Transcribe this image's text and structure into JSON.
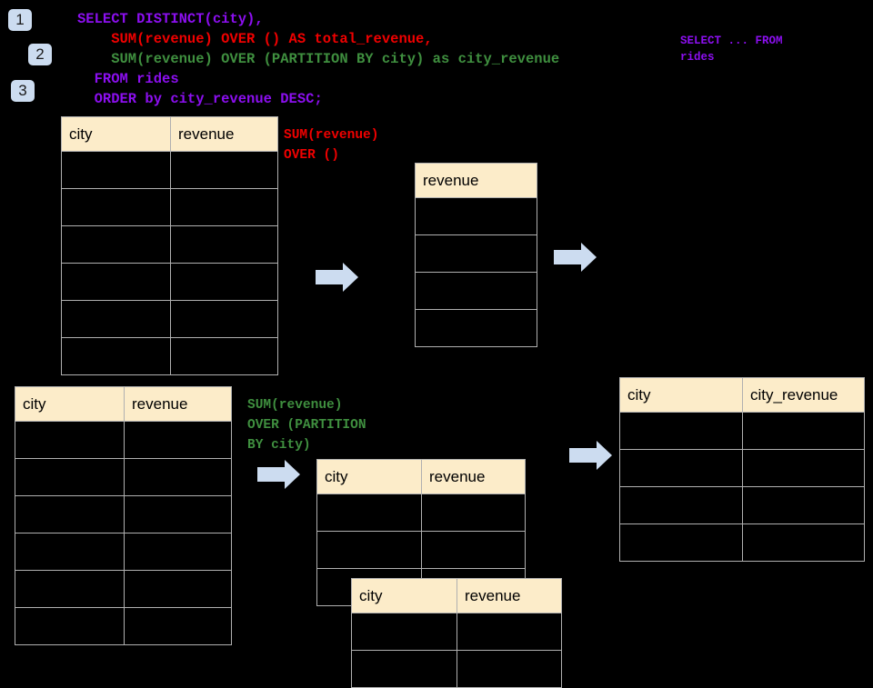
{
  "diagram": {
    "title": "SQL window function execution diagram",
    "background_color": "#000000",
    "badge_color": "#ccdcf0",
    "arrow_color": "#ccdcf0",
    "table_header_color": "#fcecc9",
    "table_border_color": "#b0b0b0"
  },
  "badges": [
    {
      "label": "1"
    },
    {
      "label": "2"
    },
    {
      "label": "3"
    }
  ],
  "query": {
    "line1": "SELECT DISTINCT(city),",
    "line2": "    SUM(revenue) OVER () AS total_revenue,",
    "line3": "    SUM(revenue) OVER (PARTITION BY city) as city_revenue",
    "line4": "  FROM rides",
    "line5": "  ORDER by city_revenue DESC;",
    "colors": {
      "keyword": "#8c0ff0",
      "total_revenue": "#f00000",
      "city_revenue": "#3f8f3f"
    }
  },
  "annotations": {
    "select_from": "SELECT ... FROM\nrides",
    "sum_over_empty": "SUM(revenue)\nOVER ()",
    "sum_over_partition": "SUM(revenue)\nOVER (PARTITION\nBY city)"
  },
  "tables": {
    "source_top": {
      "name": "rides-source-table-top",
      "columns": [
        "city",
        "revenue"
      ],
      "row_count": 6,
      "rows": [
        [
          "",
          ""
        ],
        [
          "",
          ""
        ],
        [
          "",
          ""
        ],
        [
          "",
          ""
        ],
        [
          "",
          ""
        ],
        [
          "",
          ""
        ]
      ]
    },
    "total_revenue": {
      "name": "total-revenue-table",
      "columns": [
        "revenue"
      ],
      "row_count": 4,
      "rows": [
        [
          ""
        ],
        [
          ""
        ],
        [
          ""
        ],
        [
          ""
        ]
      ]
    },
    "source_bottom": {
      "name": "rides-source-table-bottom",
      "columns": [
        "city",
        "revenue"
      ],
      "row_count": 6,
      "rows": [
        [
          "",
          ""
        ],
        [
          "",
          ""
        ],
        [
          "",
          ""
        ],
        [
          "",
          ""
        ],
        [
          "",
          ""
        ],
        [
          "",
          ""
        ]
      ]
    },
    "partition_back": {
      "name": "partition-group-table-back",
      "columns": [
        "city",
        "revenue"
      ],
      "row_count": 3,
      "rows": [
        [
          "",
          ""
        ],
        [
          "",
          ""
        ],
        [
          "",
          ""
        ]
      ]
    },
    "partition_front": {
      "name": "partition-group-table-front",
      "columns": [
        "city",
        "revenue"
      ],
      "row_count": 2,
      "rows": [
        [
          "",
          ""
        ],
        [
          "",
          ""
        ]
      ]
    },
    "result": {
      "name": "final-result-table",
      "columns": [
        "city",
        "city_revenue"
      ],
      "row_count": 4,
      "rows": [
        [
          "",
          ""
        ],
        [
          "",
          ""
        ],
        [
          "",
          ""
        ],
        [
          "",
          ""
        ]
      ]
    }
  },
  "arrows": [
    {
      "name": "arrow-source-to-total"
    },
    {
      "name": "arrow-total-to-result"
    },
    {
      "name": "arrow-source-to-partition"
    },
    {
      "name": "arrow-partition-to-result"
    }
  ]
}
